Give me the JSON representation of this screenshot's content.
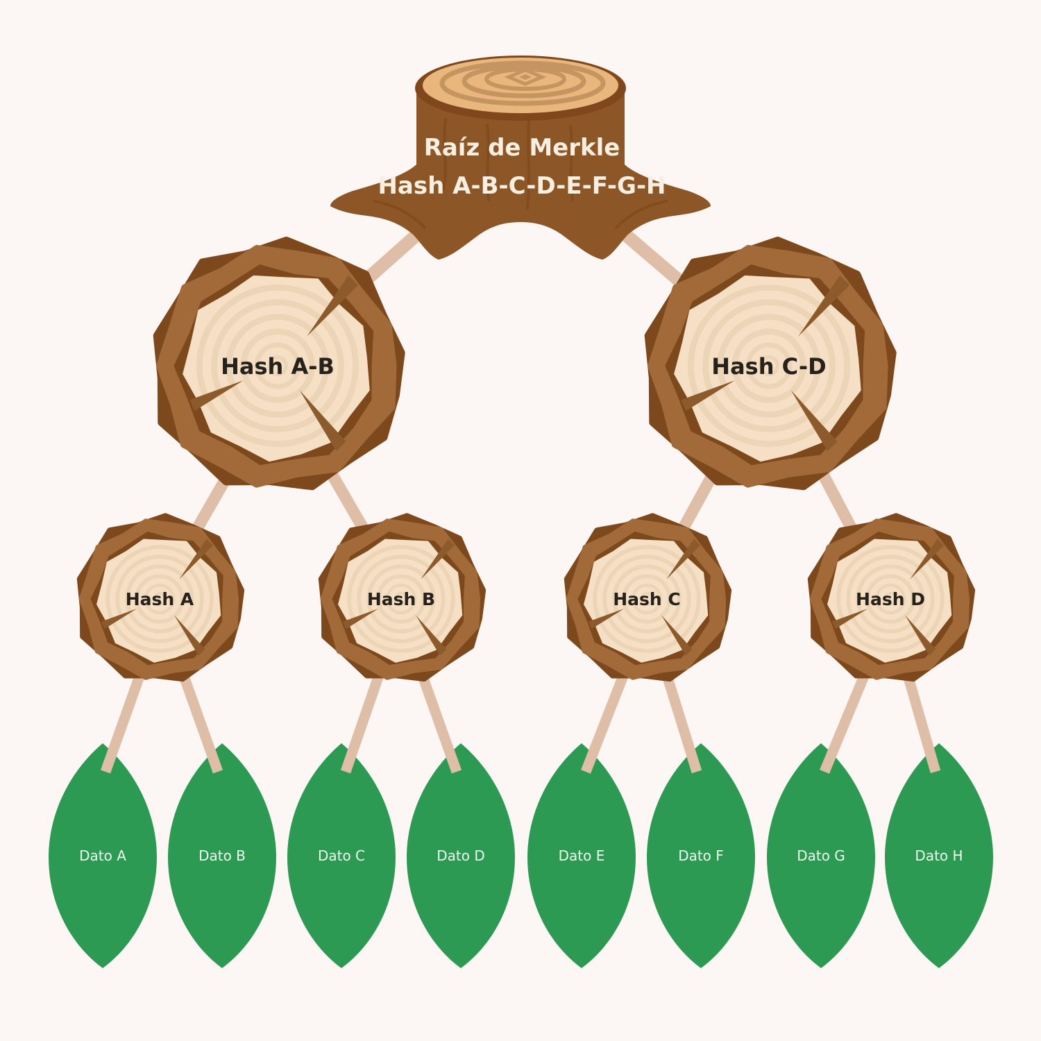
{
  "diagram_title": "Raíz de Merkle",
  "root": {
    "name": "Raíz de Merkle",
    "hash": "Hash A-B-C-D-E-F-G-H"
  },
  "branches": [
    {
      "label": "Hash A-B"
    },
    {
      "label": "Hash C-D"
    }
  ],
  "nodes": [
    {
      "label": "Hash A"
    },
    {
      "label": "Hash B"
    },
    {
      "label": "Hash C"
    },
    {
      "label": "Hash D"
    }
  ],
  "leaves": [
    {
      "label": "Dato A"
    },
    {
      "label": "Dato B"
    },
    {
      "label": "Dato C"
    },
    {
      "label": "Dato D"
    },
    {
      "label": "Dato E"
    },
    {
      "label": "Dato F"
    },
    {
      "label": "Dato G"
    },
    {
      "label": "Dato H"
    }
  ],
  "colors": {
    "background": "#FCF6F5",
    "leaf_green": "#2D9A53",
    "connector_tan": "#DEBEA6",
    "bark_brown": "#A26A39",
    "bark_dark": "#7C481C",
    "wood_face": "#F5E0C6",
    "wood_ring": "#EBD3B4",
    "crack_brown": "#8D5B2B",
    "stump_brown": "#8D5627",
    "stump_grain": "#7A451A",
    "stump_top_face": "#E9B77D",
    "stump_top_ring": "#C2925E",
    "label_dark": "#27211C",
    "label_light": "#F7EFE1",
    "leaf_text": "#EFF8F0"
  }
}
